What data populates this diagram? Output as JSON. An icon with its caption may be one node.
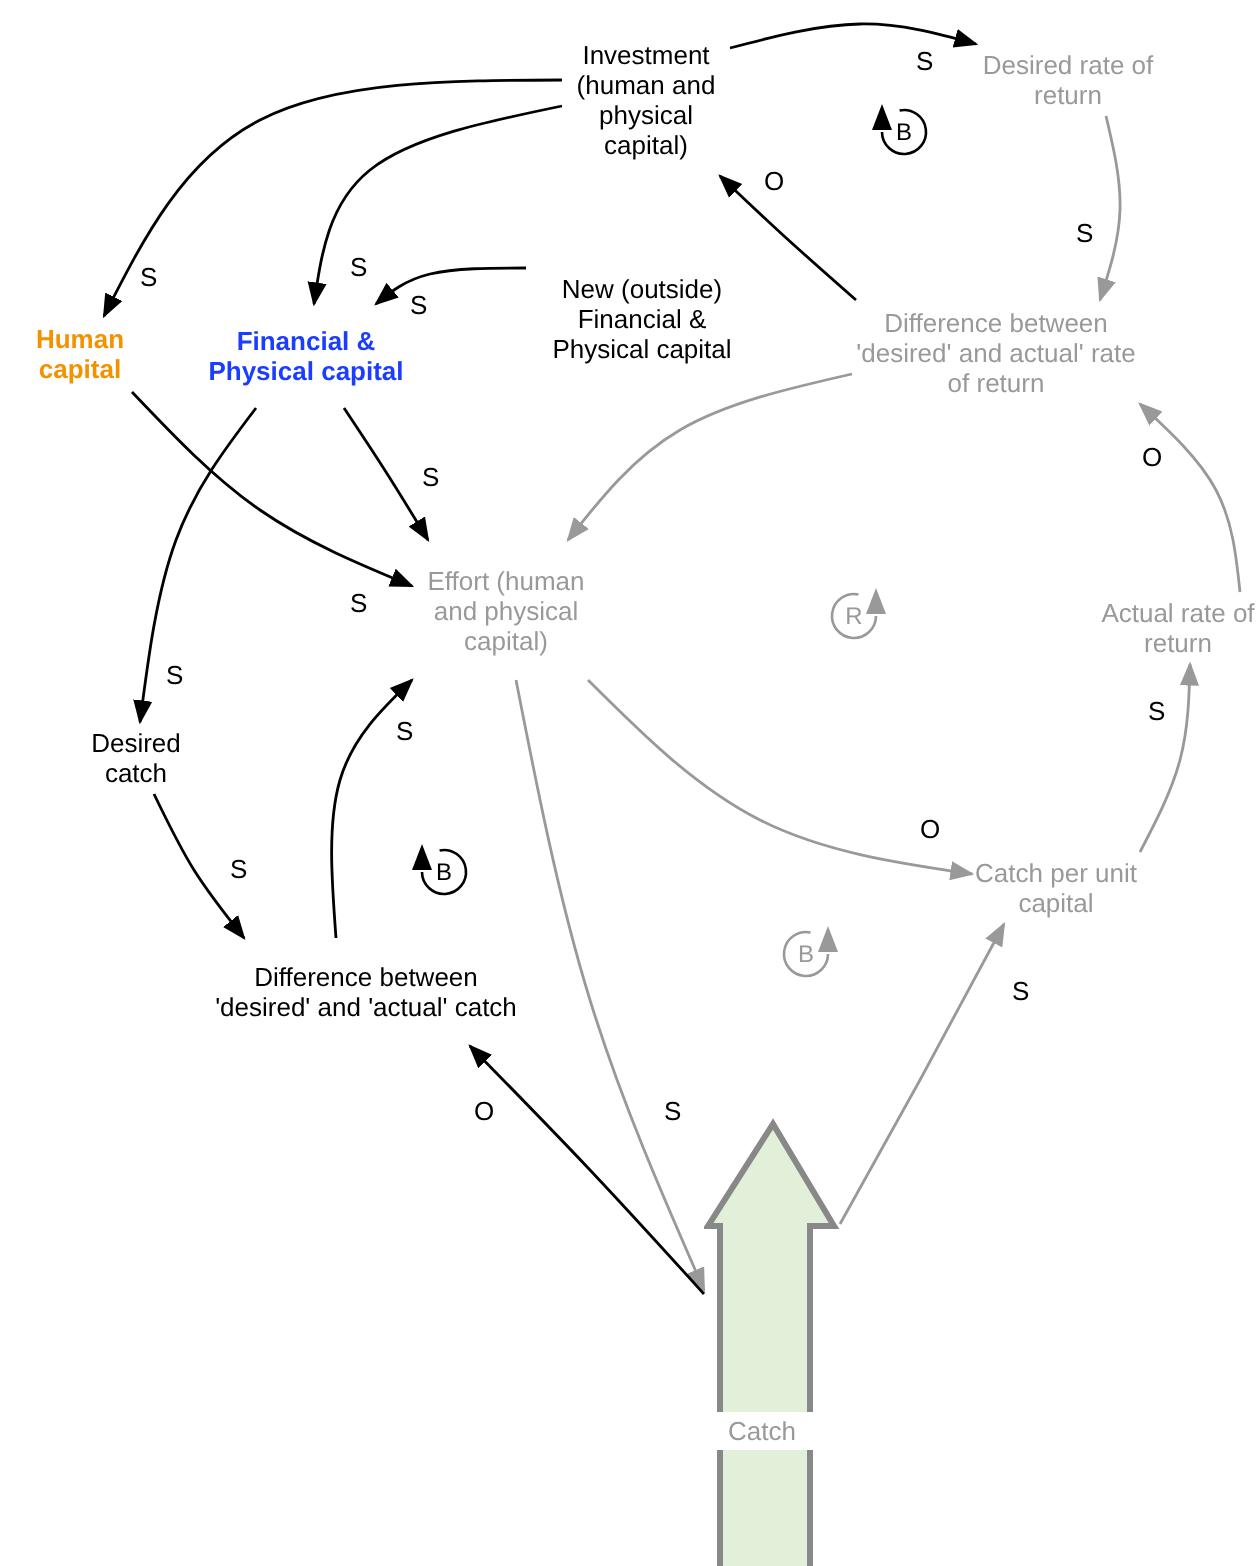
{
  "diagram": {
    "nodes": [
      {
        "text": [
          "Investment (human and physical capital)"
        ]
      },
      {
        "text": [
          "Desired rate of return"
        ]
      },
      {
        "text": [
          "Human capital"
        ]
      },
      {
        "text": [
          "Financial & Physical capital"
        ]
      },
      {
        "text": [
          "New (outside) Financial & Physical capital"
        ]
      },
      {
        "text": [
          "Difference between 'desired' and actual' rate of return"
        ]
      },
      {
        "text": [
          "Effort (human and physical capital)"
        ]
      },
      {
        "text": [
          "Actual rate of return"
        ]
      },
      {
        "text": [
          "Desired catch"
        ]
      },
      {
        "text": [
          "Catch per unit capital"
        ]
      },
      {
        "text": [
          "Difference between 'desired' and 'actual' catch"
        ]
      },
      {
        "text": [
          "Catch"
        ]
      }
    ],
    "edges": [
      {
        "from": 0,
        "to": 1,
        "arrow": "to",
        "label": "S"
      },
      {
        "from": 0,
        "to": 2,
        "arrow": "to",
        "label": "S"
      },
      {
        "from": 0,
        "to": 3,
        "arrow": "to",
        "label": "S"
      },
      {
        "from": 4,
        "to": 3,
        "arrow": "to",
        "label": "S"
      },
      {
        "from": 1,
        "to": 5,
        "arrow": "to",
        "label": "S",
        "color": "#999999"
      },
      {
        "from": 5,
        "to": 0,
        "arrow": "to",
        "label": "O"
      },
      {
        "from": 5,
        "to": 6,
        "arrow": "to",
        "color": "#999999"
      },
      {
        "from": 2,
        "to": 6,
        "arrow": "to",
        "label": "S"
      },
      {
        "from": 3,
        "to": 6,
        "arrow": "to",
        "label": "S"
      },
      {
        "from": 3,
        "to": 8,
        "arrow": "to",
        "label": "S"
      },
      {
        "from": 8,
        "to": 10,
        "arrow": "to",
        "label": "S"
      },
      {
        "from": 10,
        "to": 6,
        "arrow": "to",
        "label": "S"
      },
      {
        "from": 6,
        "to": 9,
        "arrow": "to",
        "label": "O",
        "color": "#999999"
      },
      {
        "from": 9,
        "to": 7,
        "arrow": "to",
        "label": "S",
        "color": "#999999"
      },
      {
        "from": 7,
        "to": 5,
        "arrow": "to",
        "label": "O",
        "color": "#999999"
      },
      {
        "from": 6,
        "to": 11,
        "arrow": "to",
        "label": "S",
        "color": "#999999"
      },
      {
        "from": 11,
        "to": 10,
        "arrow": "to",
        "label": "O"
      },
      {
        "from": 11,
        "to": 9,
        "arrow": "to",
        "label": "S",
        "color": "#999999"
      }
    ],
    "labels": [
      "B",
      "R",
      "B",
      "B"
    ]
  }
}
